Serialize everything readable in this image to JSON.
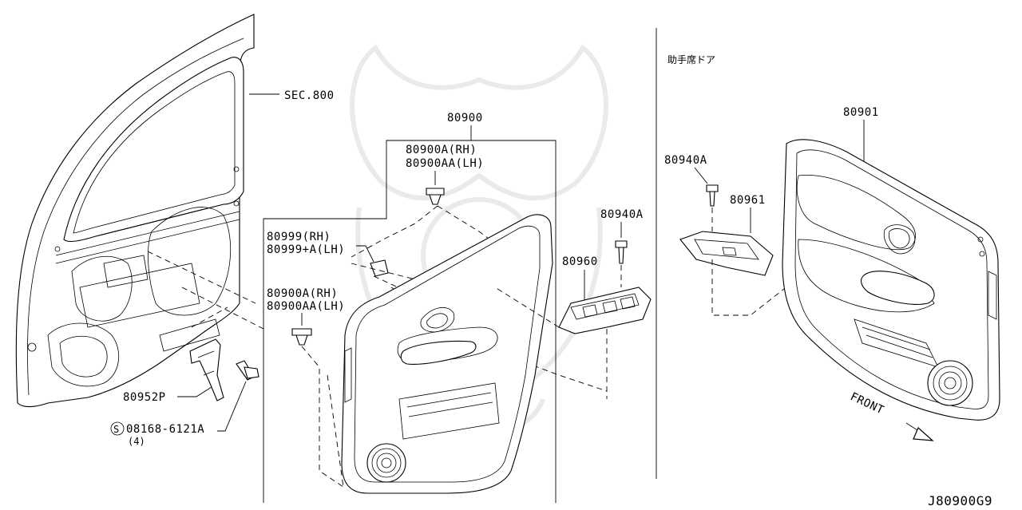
{
  "labels": {
    "sec800": "SEC.800",
    "p80900": "80900",
    "p80900a_rh_top": "80900A(RH)",
    "p80900aa_lh_top": "80900AA(LH)",
    "p80999_rh": "80999(RH)",
    "p80999a_lh": "80999+A(LH)",
    "p80900a_rh_mid": "80900A(RH)",
    "p80900aa_lh_mid": "80900AA(LH)",
    "p80952p": "80952P",
    "bolt_circle": "S",
    "bolt_part": "08168-6121A",
    "bolt_qty": "(4)",
    "p80940a_center": "80940A",
    "p80960": "80960",
    "jp_passenger_door": "助手席ドア",
    "p80901": "80901",
    "p80940a_right": "80940A",
    "p80961": "80961",
    "front": "FRONT",
    "diagram_id": "J80900G9"
  }
}
